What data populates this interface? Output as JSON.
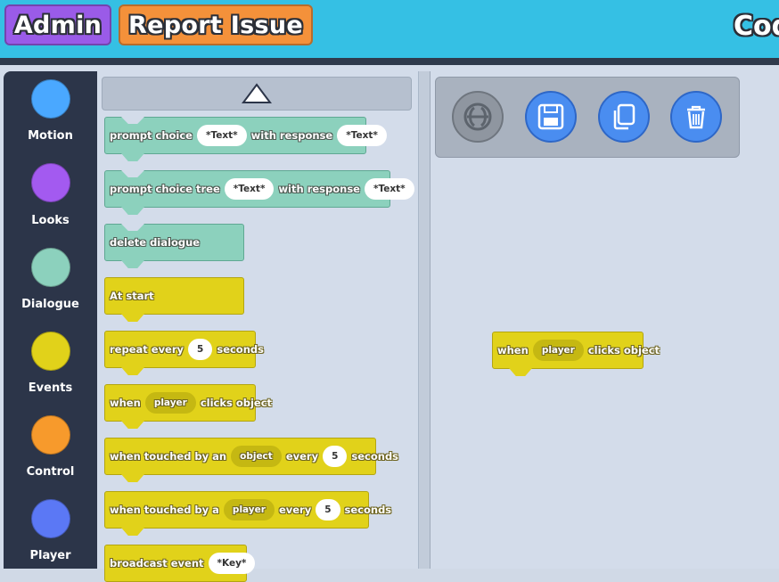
{
  "header": {
    "admin_label": "Admin",
    "report_label": "Report Issue",
    "title_fragment": "Cod"
  },
  "colors": {
    "topbar": "#35c0e4",
    "motion": "#4aa8ff",
    "looks": "#a35af0",
    "dialogue": "#8cd1bd",
    "events": "#e1d21a",
    "control": "#f79a2c",
    "player": "#5b78f5"
  },
  "categories": [
    {
      "label": "Motion",
      "color": "#4aa8ff"
    },
    {
      "label": "Looks",
      "color": "#a35af0"
    },
    {
      "label": "Dialogue",
      "color": "#8cd1bd"
    },
    {
      "label": "Events",
      "color": "#e1d21a"
    },
    {
      "label": "Control",
      "color": "#f79a2c"
    },
    {
      "label": "Player",
      "color": "#5b78f5"
    }
  ],
  "toolbar": {
    "icons": [
      "unlink-icon",
      "save-icon",
      "copy-icon",
      "trash-icon"
    ]
  },
  "palette": {
    "b0": {
      "t1": "prompt choice",
      "p1": "*Text*",
      "t2": "with response",
      "p2": "*Text*"
    },
    "b1": {
      "t1": "prompt choice tree",
      "p1": "*Text*",
      "t2": "with response",
      "p2": "*Text*"
    },
    "b2": {
      "t1": "delete dialogue"
    },
    "b3": {
      "t1": "At start"
    },
    "b4": {
      "t1": "repeat every",
      "p1": "5",
      "t2": "seconds"
    },
    "b5": {
      "t1": "when",
      "p1": "player",
      "t2": "clicks object"
    },
    "b6": {
      "t1": "when touched by an",
      "p1": "object",
      "t2": "every",
      "p2": "5",
      "t3": "seconds"
    },
    "b7": {
      "t1": "when touched by a",
      "p1": "player",
      "t2": "every",
      "p2": "5",
      "t3": "seconds"
    },
    "b8": {
      "t1": "broadcast event",
      "p1": "*Key*"
    }
  },
  "canvas_block": {
    "t1": "when",
    "p1": "player",
    "t2": "clicks object"
  }
}
